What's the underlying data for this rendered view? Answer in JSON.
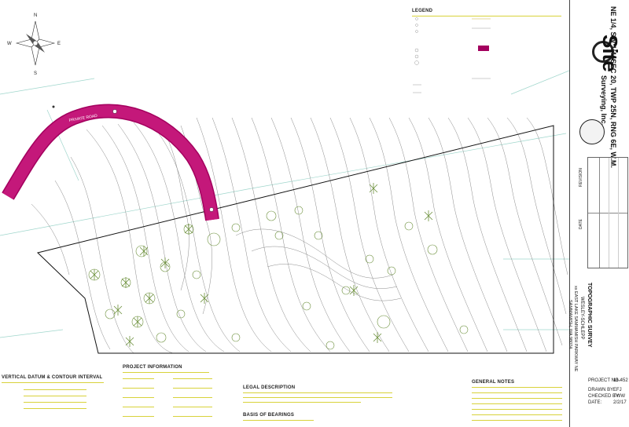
{
  "compass": {
    "n": "N",
    "s": "S",
    "e": "E",
    "w": "W"
  },
  "legend": {
    "title": "LEGEND"
  },
  "map": {
    "road_label": "PRIVATE ROAD"
  },
  "sections": {
    "vertical_datum": "VERTICAL DATUM & CONTOUR INTERVAL",
    "project_info": "PROJECT INFORMATION",
    "legal_description": "LEGAL DESCRIPTION",
    "basis_of_bearings": "BASIS OF BEARINGS",
    "general_notes": "GENERAL NOTES"
  },
  "title_block": {
    "location": "NE 1/4, SW 1/4, SEC 20, TWP 25N, RNG 6E, W.M.",
    "company_name": "Site",
    "company_sub": "Surveying, Inc.",
    "survey_title": "TOPOGRAPHIC SURVEY",
    "client": "WESLEY-SCHLEPP",
    "address1": "xx EAST LAKE SAMMAMISH PARKWAY NE",
    "address2": "SAMMAMISH, WA 98074",
    "revision_label": "REVISION",
    "date_label": "DATE"
  },
  "project": {
    "no_label": "PROJECT NO.:",
    "no_value": "16-452",
    "drawn_label": "DRAWN BY:",
    "drawn_value": "EFJ",
    "checked_label": "CHECKED BY:",
    "checked_value": "TWW",
    "date_label": "DATE:",
    "date_value": "2/2/17"
  }
}
